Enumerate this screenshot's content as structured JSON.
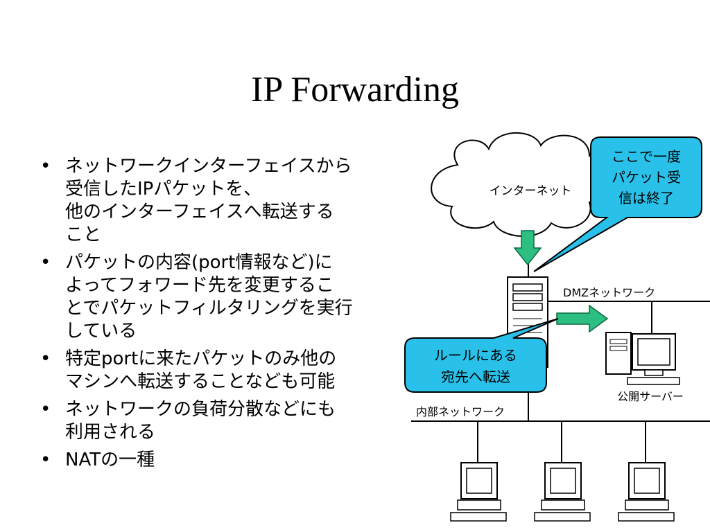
{
  "slide": {
    "title": "IP Forwarding",
    "bullets": [
      {
        "lines": [
          "ネットワークインターフェイスから",
          "受信したIPパケットを、",
          "他のインターフェイスへ転送する",
          "こと"
        ]
      },
      {
        "lines": [
          "パケットの内容(port情報など)に",
          "よってフォワード先を変更するこ",
          "とでパケットフィルタリングを実行",
          "している"
        ]
      },
      {
        "lines": [
          "特定portに来たパケットのみ他の",
          "マシンへ転送することなども可能"
        ]
      },
      {
        "lines": [
          "ネットワークの負荷分散などにも",
          "利用される"
        ]
      },
      {
        "lines": [
          "NATの一種"
        ]
      }
    ]
  },
  "diagram": {
    "internet_label": "インターネット",
    "dmz_label": "DMZネットワーク",
    "internal_label": "内部ネットワーク",
    "public_server_label": "公開サーバー",
    "callout_top": {
      "lines": [
        "ここで一度",
        "パケット受",
        "信は終了"
      ]
    },
    "callout_mid": {
      "lines": [
        "ルールにある",
        "宛先へ転送"
      ]
    },
    "colors": {
      "callout_fill": "#29c1ea",
      "arrow_fill": "#2dbf82",
      "line": "#000000"
    }
  }
}
